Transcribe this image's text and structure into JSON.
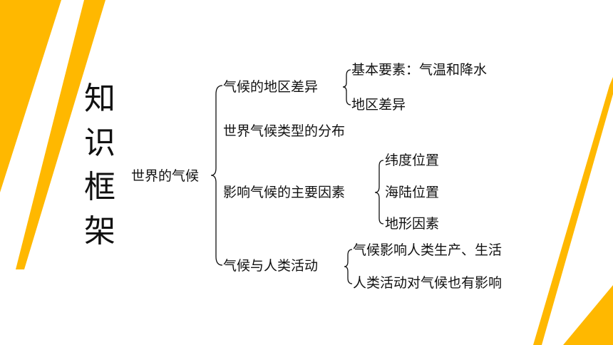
{
  "title_chars": [
    "知",
    "识",
    "框",
    "架"
  ],
  "root": "世界的气候",
  "branches": [
    {
      "label": "气候的地区差异",
      "children": [
        "基本要素：气温和降水",
        "地区差异"
      ]
    },
    {
      "label": "世界气候类型的分布",
      "children": []
    },
    {
      "label": "影响气候的主要因素",
      "children": [
        "纬度位置",
        "海陆位置",
        "地形因素"
      ]
    },
    {
      "label": "气候与人类活动",
      "children": [
        "气候影响人类生产、生活",
        "人类活动对气候也有影响"
      ]
    }
  ],
  "colors": {
    "accent": "#FFB800",
    "text": "#111111"
  }
}
